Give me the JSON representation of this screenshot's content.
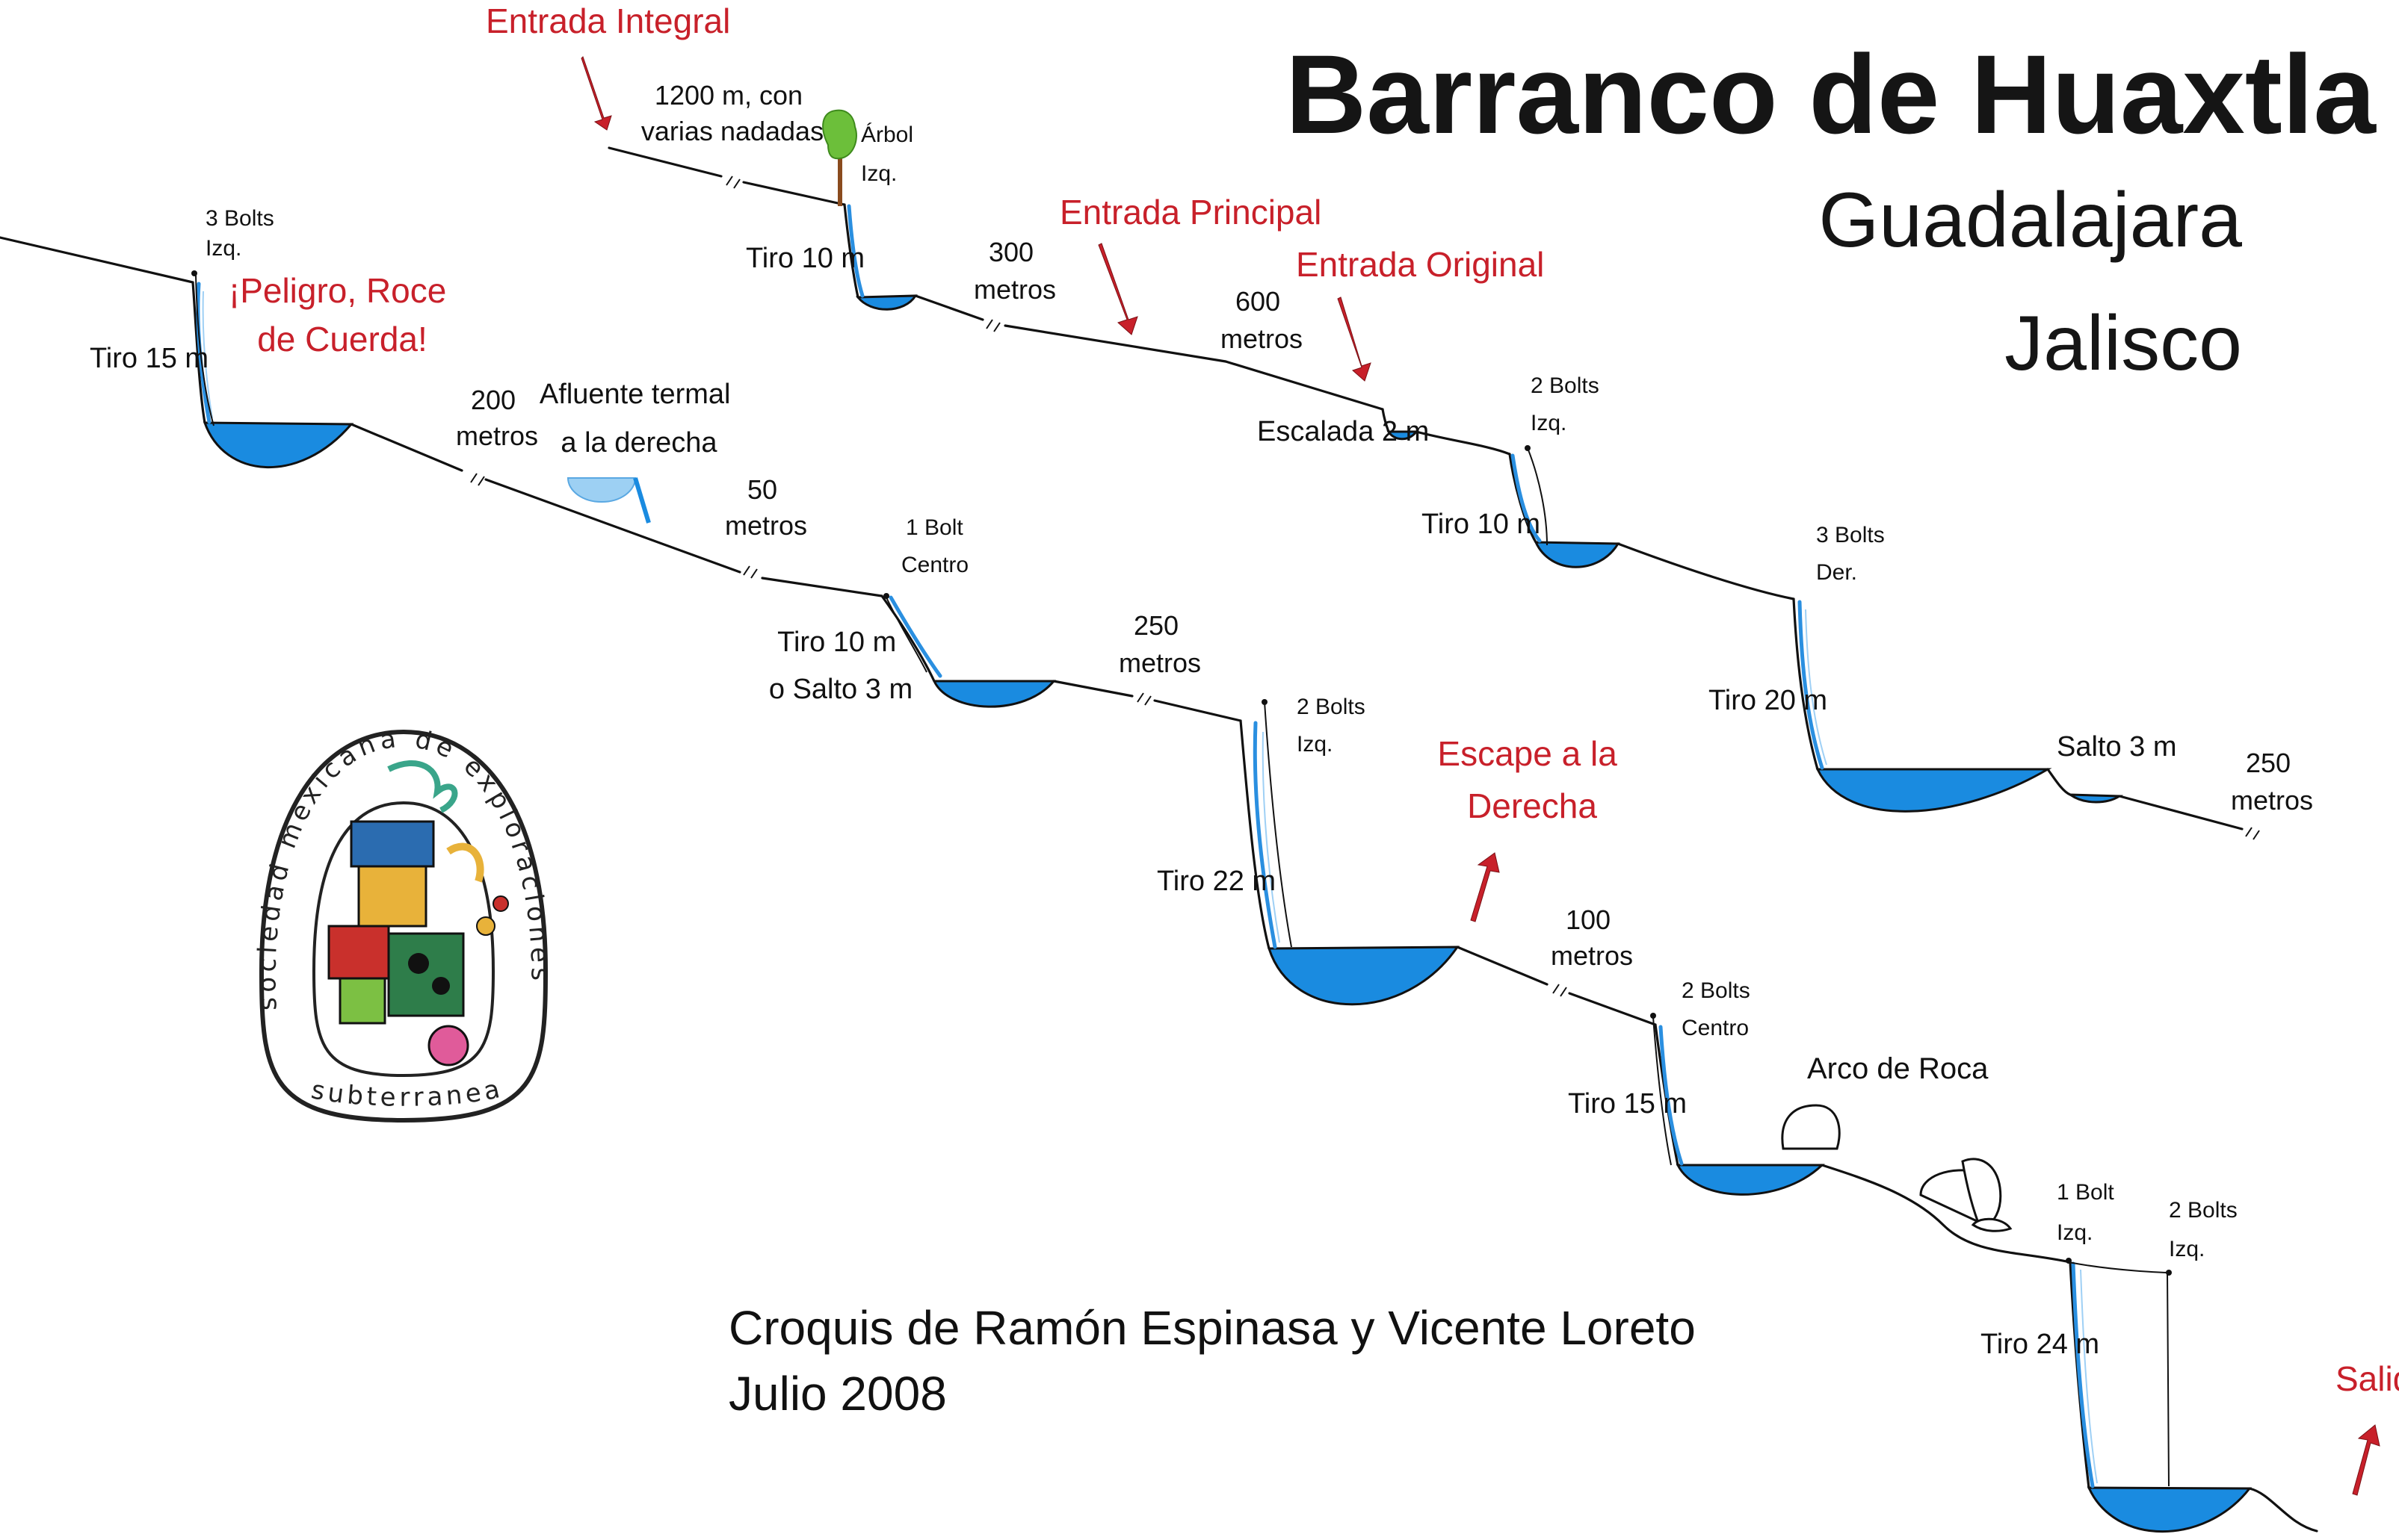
{
  "header": {
    "title": "Barranco de Huaxtla",
    "subtitle_1": "Guadalajara",
    "subtitle_2": "Jalisco"
  },
  "credits": {
    "line_1": "Croquis de Ramón Espinasa y Vicente Loreto",
    "line_2": "Julio 2008"
  },
  "logo": {
    "text_top": "sociedad mexicana de exploraciones",
    "text_bottom": "subterraneas"
  },
  "colors": {
    "water": "#1a8be0",
    "entry_labels": "#c8202a",
    "tree_crown": "#6cbf3a",
    "tree_trunk": "#8a4b1e"
  },
  "entrances": {
    "integral": "Entrada Integral",
    "principal": "Entrada Principal",
    "original": "Entrada Original",
    "escape": [
      "Escape a la",
      "Derecha"
    ],
    "salida": "Salida"
  },
  "warning": [
    "¡Peligro, Roce",
    "de Cuerda!"
  ],
  "features": {
    "afluente": [
      "Afluente termal",
      "a la derecha"
    ],
    "arbol": [
      "Árbol",
      "Izq."
    ],
    "arco": "Arco de Roca"
  },
  "drops": {
    "tiro15_a": "Tiro 15 m",
    "tiro10_a": "Tiro 10 m",
    "escalada": "Escalada 2 m",
    "tiro10_b": "Tiro 10 m",
    "tiro10_c": [
      "Tiro 10 m",
      "o Salto 3 m"
    ],
    "tiro20": "Tiro 20 m",
    "salto3": "Salto 3 m",
    "tiro22": "Tiro 22 m",
    "tiro15_b": "Tiro 15 m",
    "tiro24": "Tiro 24 m"
  },
  "anchors": {
    "a1": [
      "3 Bolts",
      "Izq."
    ],
    "a2": [
      "2 Bolts",
      "Izq."
    ],
    "a3": [
      "1 Bolt",
      "Centro"
    ],
    "a4": [
      "3 Bolts",
      "Der."
    ],
    "a5": [
      "2 Bolts",
      "Izq."
    ],
    "a6": [
      "2 Bolts",
      "Centro"
    ],
    "a7": [
      "1 Bolt",
      "Izq."
    ],
    "a8": [
      "2 Bolts",
      "Izq."
    ]
  },
  "distances": {
    "d1200": [
      "1200 m, con",
      "varias nadadas"
    ],
    "d300": [
      "300",
      "metros"
    ],
    "d600": [
      "600",
      "metros"
    ],
    "d200": [
      "200",
      "metros"
    ],
    "d50": [
      "50",
      "metros"
    ],
    "d250a": [
      "250",
      "metros"
    ],
    "d250b": [
      "250",
      "metros"
    ],
    "d100": [
      "100",
      "metros"
    ]
  }
}
